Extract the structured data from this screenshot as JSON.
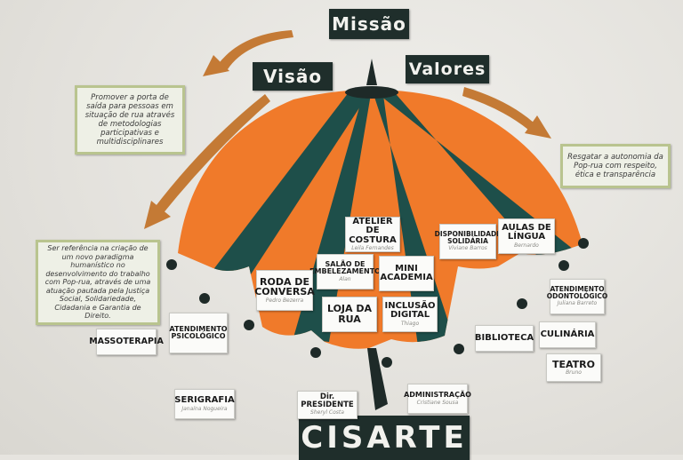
{
  "headings": {
    "missao": "Missão",
    "visao": "Visão",
    "valores": "Valores",
    "brand": "CISARTE"
  },
  "notes": {
    "missao": "Promover a porta de saída para pessoas em situação de rua através de metodologias participativas e multidisciplinares",
    "visao": "Ser referência na criação de um novo paradigma humanístico no desenvolvimento do trabalho com Pop-rua, através de uma atuação pautada pela Justiça Social, Solidariedade, Cidadania e Garantia de Direito.",
    "valores": "Resgatar a autonomia da Pop-rua com respeito, ética e transparência"
  },
  "cards": {
    "atelier": {
      "title": "ATELIER DE COSTURA",
      "sub": "Leila Fernandes"
    },
    "disponibilidade": {
      "title": "DISPONIBILIDADE SOLIDÁRIA",
      "sub": "Viviane Barros"
    },
    "aulas": {
      "title": "AULAS DE LÍNGUA",
      "sub": "Bernardo"
    },
    "salao": {
      "title": "SALÃO DE EMBELEZAMENTO",
      "sub": "Alan"
    },
    "mini": {
      "title": "MINI ACADEMIA",
      "sub": ""
    },
    "roda": {
      "title": "RODA DE CONVERSA",
      "sub": "Pedro Bezerra"
    },
    "loja": {
      "title": "LOJA DA RUA",
      "sub": ""
    },
    "inclusao": {
      "title": "INCLUSÃO DIGITAL",
      "sub": "Thiago"
    },
    "atendimento_odonto": {
      "title": "ATENDIMENTO ODONTOLÓGICO",
      "sub": "Juliana Barreto"
    },
    "atendimento_psico": {
      "title": "ATENDIMENTO PSICOLÓGICO",
      "sub": ""
    },
    "massoterapia": {
      "title": "MASSOTERAPIA",
      "sub": ""
    },
    "biblioteca": {
      "title": "BIBLIOTECA",
      "sub": ""
    },
    "culinaria": {
      "title": "CULINÁRIA",
      "sub": ""
    },
    "teatro": {
      "title": "TEATRO",
      "sub": "Bruno"
    },
    "serigrafia": {
      "title": "SERIGRAFIA",
      "sub": "Janaína Nogueira"
    },
    "presidente": {
      "title": "Dir. PRESIDENTE",
      "sub": "Sheryl Costa"
    },
    "administracao": {
      "title": "ADMINISTRAÇÃO",
      "sub": "Cristiane Sousa"
    }
  },
  "colors": {
    "orange": "#f07a2a",
    "teal": "#1e4f4a",
    "dark": "#1f2e2b",
    "arrow": "#c47a35"
  }
}
